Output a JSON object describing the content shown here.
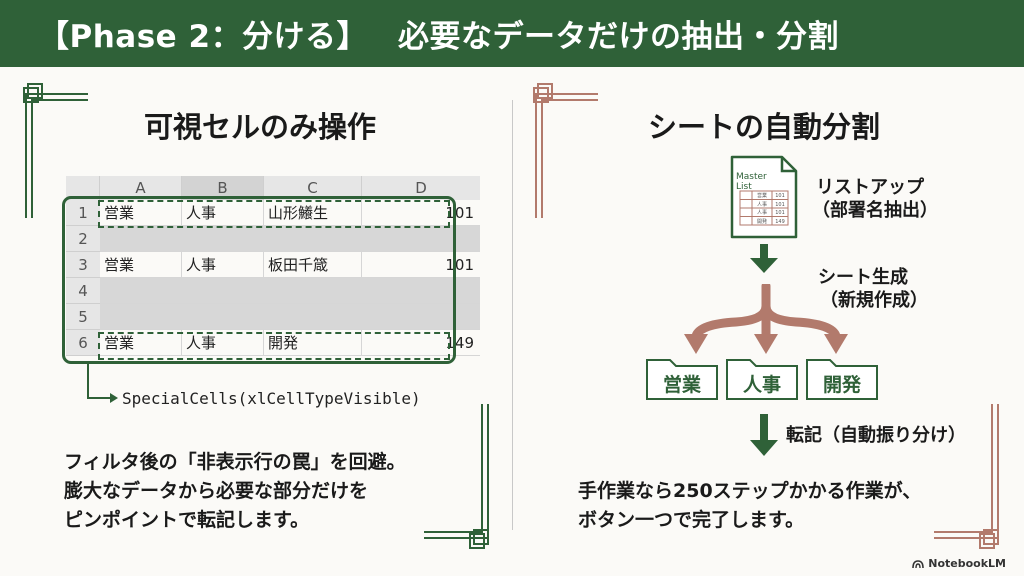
{
  "header": {
    "phase": "【Phase 2：分ける】",
    "title": "必要なデータだけの抽出・分割"
  },
  "left": {
    "title": "可視セルのみ操作",
    "columns": [
      "A",
      "B",
      "C",
      "D"
    ],
    "rows": [
      {
        "num": "1",
        "a": "営業",
        "b": "人事",
        "c": "山形鱶生",
        "d": "101",
        "hidden": false
      },
      {
        "num": "2",
        "a": "",
        "b": "",
        "c": "",
        "d": "",
        "hidden": true
      },
      {
        "num": "3",
        "a": "営業",
        "b": "人事",
        "c": "板田千箴",
        "d": "101",
        "hidden": false
      },
      {
        "num": "4",
        "a": "",
        "b": "",
        "c": "",
        "d": "",
        "hidden": true
      },
      {
        "num": "5",
        "a": "",
        "b": "",
        "c": "",
        "d": "",
        "hidden": true
      },
      {
        "num": "6",
        "a": "営業",
        "b": "人事",
        "c": "開発",
        "d": "149",
        "hidden": false
      }
    ],
    "code": "SpecialCells(xlCellTypeVisible)",
    "desc_line1": "フィルタ後の「非表示行の罠」を回避。",
    "desc_line2": "膨大なデータから必要な部分だけを",
    "desc_line3": "ピンポイントで転記します。"
  },
  "right": {
    "title": "シートの自動分割",
    "doc_label": "Master List",
    "doc_rows": [
      {
        "name": "営業",
        "num": "101"
      },
      {
        "name": "人事",
        "num": "101"
      },
      {
        "name": "人事",
        "num": "101"
      },
      {
        "name": "開発",
        "num": "149"
      }
    ],
    "step1_line1": "リストアップ",
    "step1_line2": "（部署名抽出）",
    "step2_line1": "シート生成",
    "step2_line2": "（新規作成）",
    "folders": [
      "営業",
      "人事",
      "開発"
    ],
    "step3": "転記（自動振り分け）",
    "desc_line1": "手作業なら250ステップかかる作業が、",
    "desc_line2": "ボタン一つで完了します。"
  },
  "brand": "NotebookLM",
  "colors": {
    "header_green": "#2f6138",
    "arrow_brown": "#b27a6c",
    "accent_green": "#2f6138"
  }
}
